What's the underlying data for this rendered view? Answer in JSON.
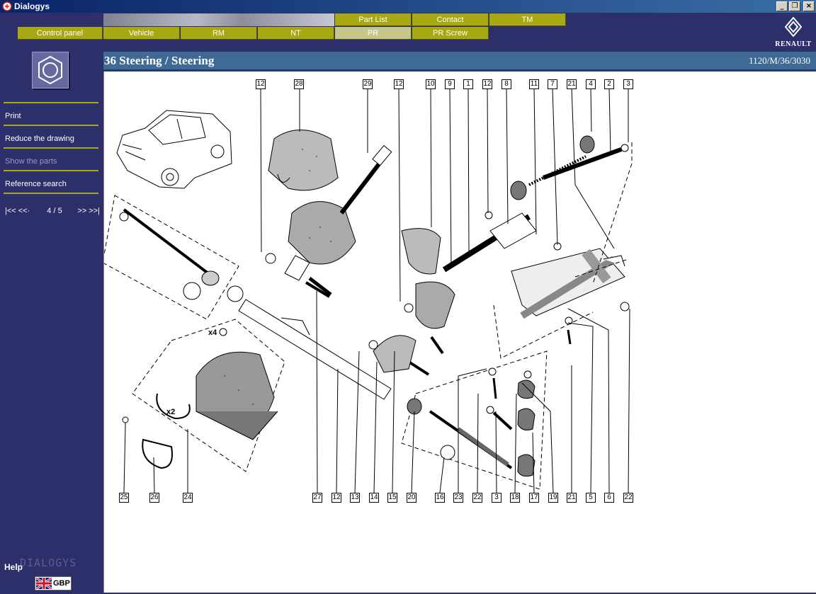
{
  "window": {
    "title": "Dialogys",
    "controls": [
      "_",
      "❐",
      "×"
    ]
  },
  "nav": {
    "top_row": [
      {
        "label": "Part List"
      },
      {
        "label": "Contact"
      },
      {
        "label": "TM"
      }
    ],
    "bottom_row": [
      {
        "label": "Control panel"
      },
      {
        "label": "Vehicle"
      },
      {
        "label": "RM"
      },
      {
        "label": "NT"
      },
      {
        "label": "PR",
        "active": true
      },
      {
        "label": "PR Screw"
      }
    ]
  },
  "brand": {
    "name": "RENAULT"
  },
  "sidebar": {
    "items": [
      {
        "label": "Print",
        "enabled": true
      },
      {
        "label": "Reduce the drawing",
        "enabled": true
      },
      {
        "label": "Show the parts",
        "enabled": false
      },
      {
        "label": "Reference search",
        "enabled": true
      }
    ],
    "pager": {
      "first": "|<< <<·",
      "page": "4 / 5",
      "last": ">> >>|"
    },
    "help": "Help",
    "watermark": "DIALOGYS",
    "language": "GBP"
  },
  "header": {
    "title": "36 Steering / Steering",
    "reference": "1120/M/36/3030"
  },
  "callouts_top": [
    "12",
    "28",
    "29",
    "12",
    "10",
    "9",
    "1",
    "12",
    "8",
    "11",
    "7",
    "21",
    "4",
    "2",
    "3"
  ],
  "callouts_bottom": [
    "25",
    "26",
    "24",
    "27",
    "12",
    "13",
    "14",
    "15",
    "20",
    "16",
    "23",
    "22",
    "3",
    "18",
    "17",
    "19",
    "21",
    "5",
    "6",
    "22"
  ],
  "drawing_labels": {
    "x4": "x4",
    "x2": "x2"
  },
  "colors": {
    "nav_tab": "#a8a814",
    "nav_tab_active": "#c6c68b",
    "sidebar_bg": "#2d2f6b",
    "header_bg": "#3e6a96"
  }
}
